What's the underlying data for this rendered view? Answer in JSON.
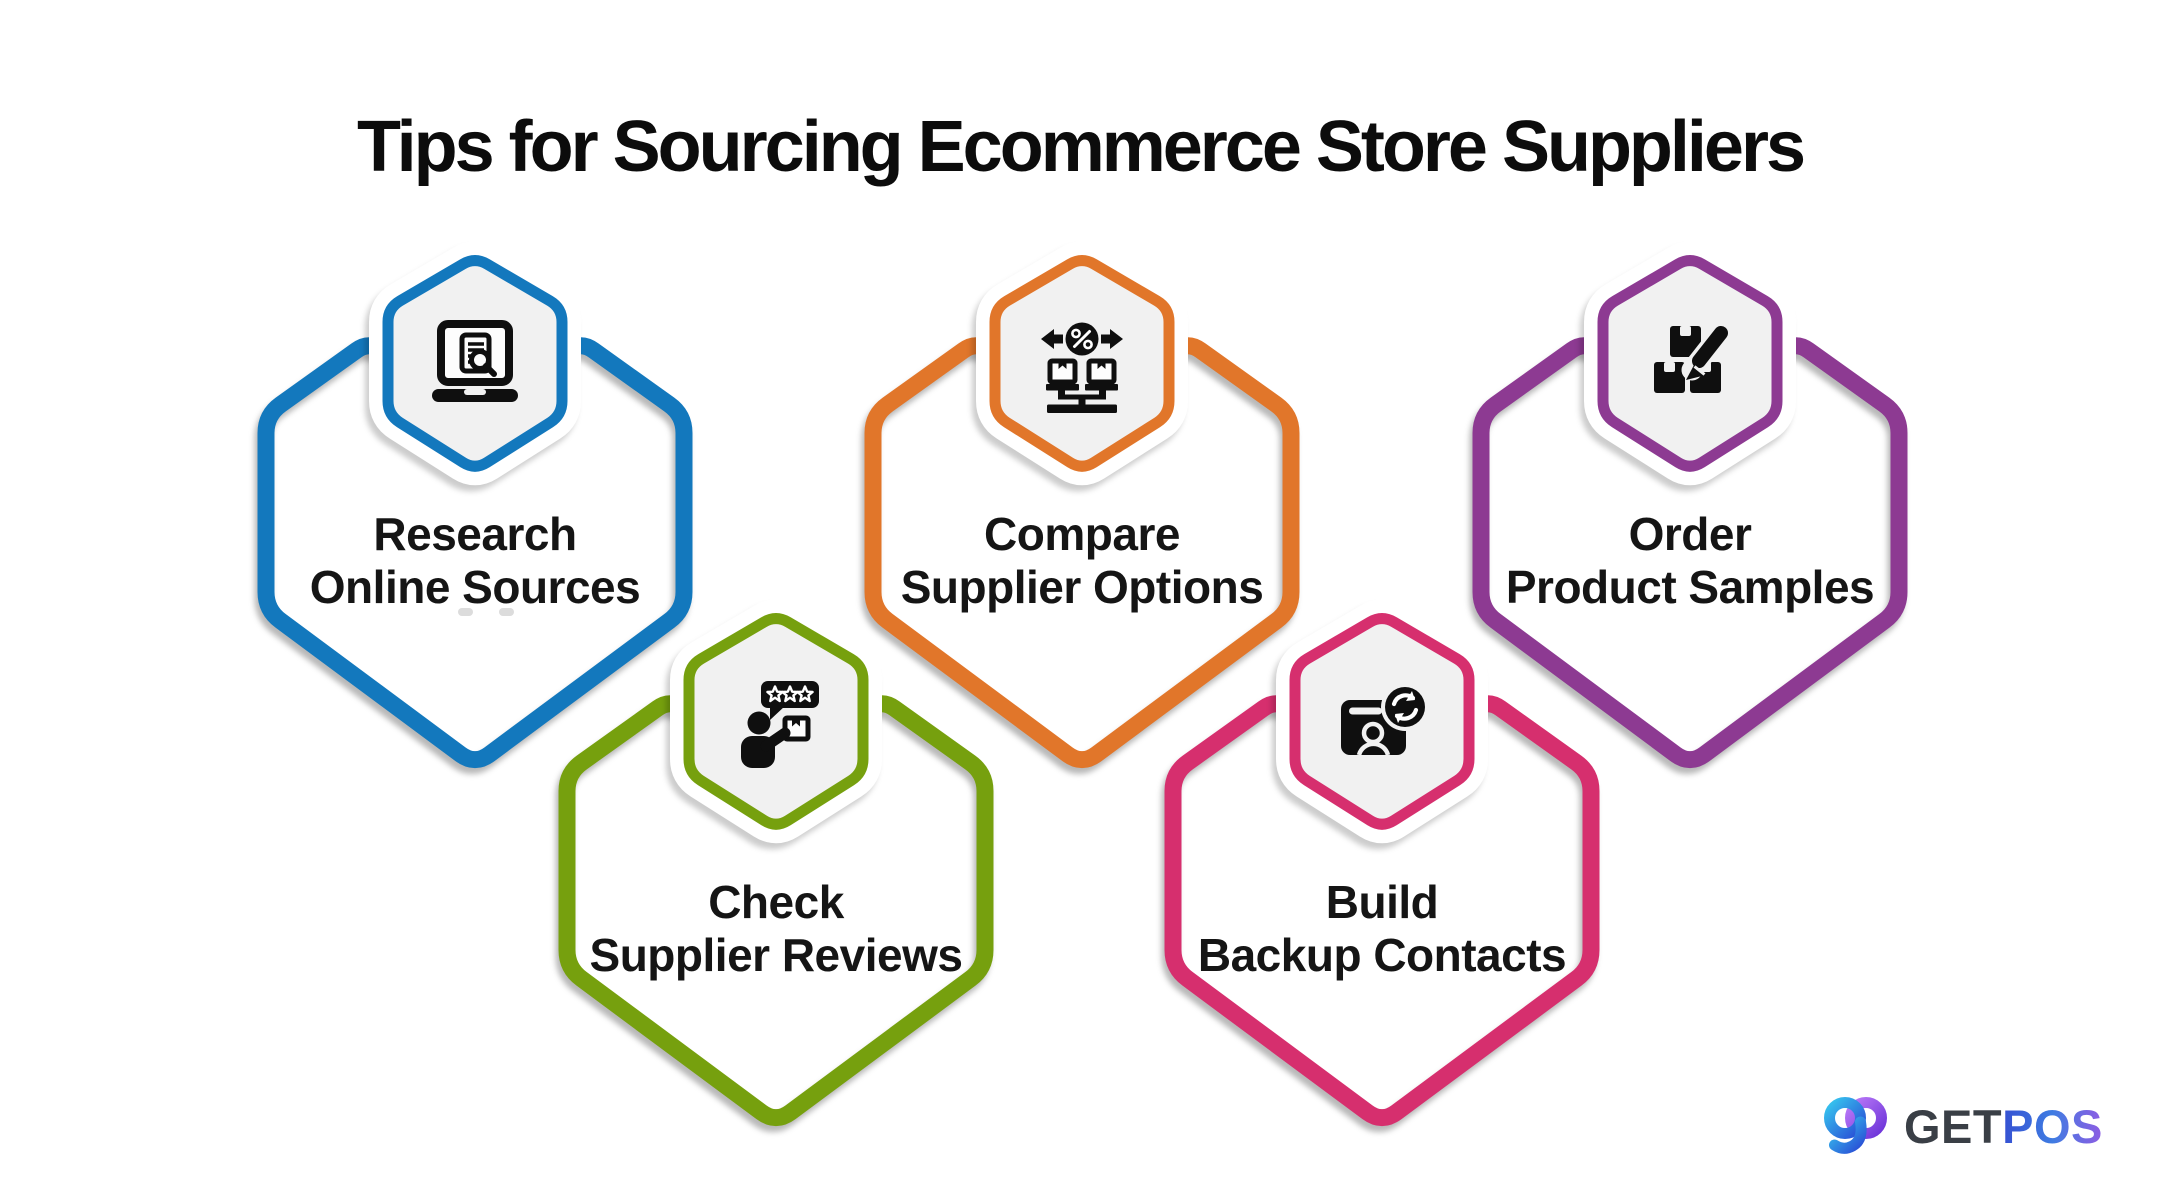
{
  "title": "Tips for Sourcing Ecommerce Store Suppliers",
  "badge_fill": "#f1f1f1",
  "items": [
    {
      "label_line1": "Research",
      "label_line2": "Online Sources",
      "color": "#1378bd",
      "icon": "laptop-search-icon"
    },
    {
      "label_line1": "Compare",
      "label_line2": "Supplier Options",
      "color": "#e1762a",
      "icon": "compare-boxes-percent-icon"
    },
    {
      "label_line1": "Order",
      "label_line2": "Product Samples",
      "color": "#8d3a92",
      "icon": "boxes-pencil-icon"
    },
    {
      "label_line1": "Check",
      "label_line2": "Supplier Reviews",
      "color": "#76a00e",
      "icon": "person-review-stars-icon"
    },
    {
      "label_line1": "Build",
      "label_line2": "Backup Contacts",
      "color": "#d62f6e",
      "icon": "contact-card-sync-icon"
    }
  ],
  "logo": {
    "text_get": "GET",
    "text_pos": "POS",
    "get_color": "#3a3f46",
    "pos_gradient": [
      "#3550d2",
      "#3f7ce2",
      "#8f5ce3"
    ],
    "mark_blue": [
      "#36c3ee",
      "#2a4fd6"
    ],
    "mark_purple": [
      "#b877f7",
      "#6e35d9"
    ]
  }
}
